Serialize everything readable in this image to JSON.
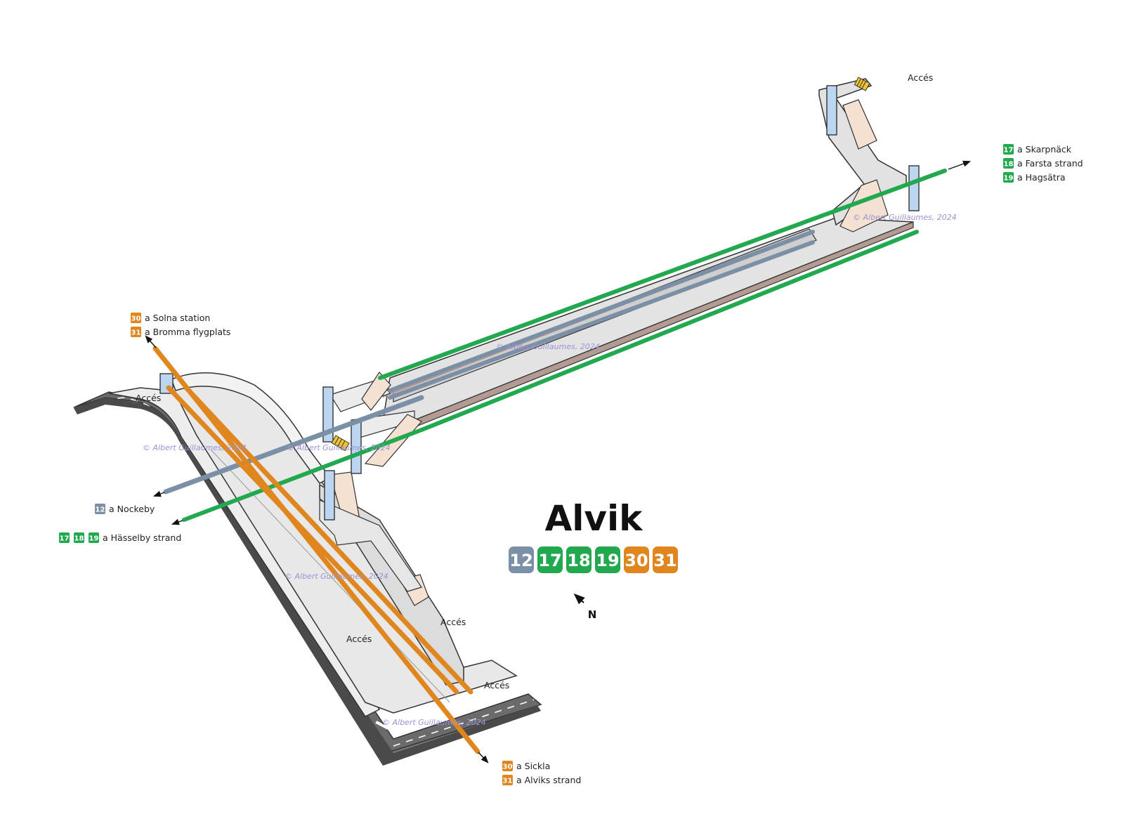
{
  "station": {
    "name": "Alvik",
    "lines": [
      {
        "num": "12",
        "color": "#7b8fa6"
      },
      {
        "num": "17",
        "color": "#22a84f"
      },
      {
        "num": "18",
        "color": "#22a84f"
      },
      {
        "num": "19",
        "color": "#22a84f"
      },
      {
        "num": "30",
        "color": "#e0861f"
      },
      {
        "num": "31",
        "color": "#e0861f"
      }
    ]
  },
  "colors": {
    "line_12": "#7b8fa6",
    "green_lines": "#22a84f",
    "orange_lines": "#e0861f",
    "road": "#6e6e6e",
    "platform": "#e6e6e6",
    "elevator": "#bcd6f2",
    "stairs": "#f4e1d2",
    "watermark": "#9b92d6"
  },
  "destinations": {
    "skarpnack": {
      "line": "17",
      "text": "a Skarpnäck"
    },
    "farsta": {
      "line": "18",
      "text": "a Farsta strand"
    },
    "hagsatra": {
      "line": "19",
      "text": "a Hagsätra"
    },
    "solna": {
      "line": "30",
      "text": "a Solna station"
    },
    "bromma": {
      "line": "31",
      "text": "a Bromma flygplats"
    },
    "nockeby": {
      "line": "12",
      "text": "a Nockeby"
    },
    "hasselby": {
      "lines": [
        "17",
        "18",
        "19"
      ],
      "text": "a Hässelby strand"
    },
    "sickla": {
      "line": "30",
      "text": "a Sickla"
    },
    "alviks": {
      "line": "31",
      "text": "a Alviks strand"
    }
  },
  "access_label": "Accés",
  "north_label": "N",
  "watermark": "© Albert Guillaumes, 2024",
  "icons": [
    "north-arrow-icon",
    "direction-arrow-icon",
    "escalator-icon",
    "elevator-icon"
  ]
}
